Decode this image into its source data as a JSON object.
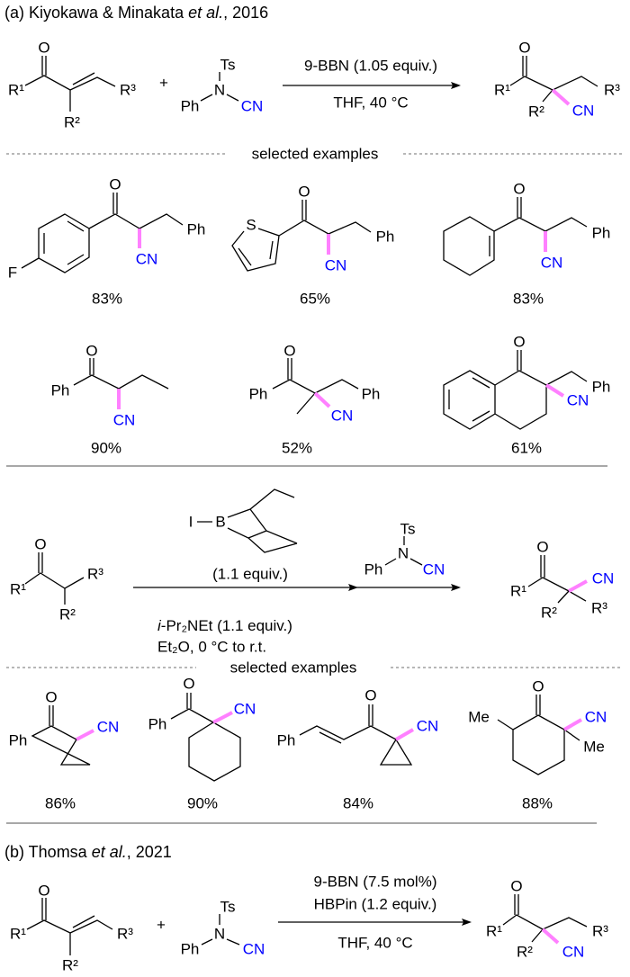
{
  "section_a": {
    "label": "(a) Kiyokawa & Minakata ",
    "italic": "et al.",
    "year": ", 2016"
  },
  "section_b": {
    "label": "(b) Thomsa ",
    "italic": "et al.",
    "year": ", 2021"
  },
  "atoms": {
    "O": "O",
    "R1": "R¹",
    "R2": "R²",
    "R3": "R³",
    "Ts": "Ts",
    "N": "N",
    "Ph": "Ph",
    "CN": "CN",
    "F": "F",
    "S": "S",
    "Me": "Me",
    "I": "I",
    "B": "B",
    "plus": "+"
  },
  "scheme1": {
    "conditions_above": "9-BBN (1.05 equiv.)",
    "conditions_below": "THF, 40 °C"
  },
  "selected_examples": "selected examples",
  "examples_1": [
    {
      "yield": "83%"
    },
    {
      "yield": "65%"
    },
    {
      "yield": "83%"
    },
    {
      "yield": "90%"
    },
    {
      "yield": "52%"
    },
    {
      "yield": "61%"
    }
  ],
  "scheme2": {
    "reagent_equiv": "(1.1 equiv.)",
    "base_italic": "i",
    "base_rest": "-Pr₂NEt (1.1 equiv.)",
    "conditions": "Et₂O, 0 °C to r.t."
  },
  "examples_2": [
    {
      "yield": "86%"
    },
    {
      "yield": "90%"
    },
    {
      "yield": "84%"
    },
    {
      "yield": "88%"
    }
  ],
  "scheme3": {
    "line1": "9-BBN (7.5 mol%)",
    "line2": "HBPin (1.2 equiv.)",
    "below": "THF, 40 °C"
  },
  "colors": {
    "cyano": "#0000ff",
    "highlight": "#ff80ff",
    "rule": "#8c8c8c",
    "text": "#000000"
  }
}
